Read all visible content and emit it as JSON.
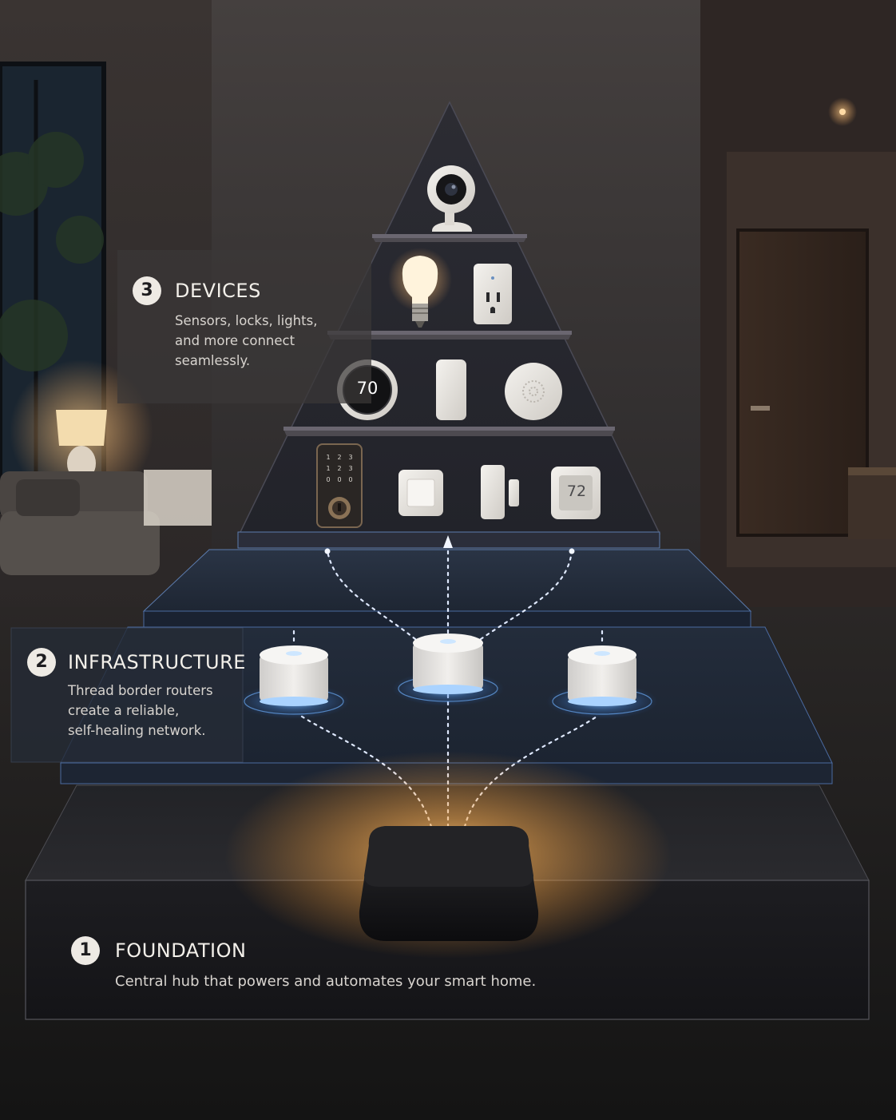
{
  "layers": [
    {
      "number": "3",
      "title": "DEVICES",
      "description_lines": [
        "Sensors, locks, lights,",
        "and more connect",
        "seamlessly."
      ]
    },
    {
      "number": "2",
      "title": "INFRASTRUCTURE",
      "description_lines": [
        "Thread border routers",
        "create a reliable,",
        "self-healing network."
      ]
    },
    {
      "number": "1",
      "title": "FOUNDATION",
      "description_lines": [
        "Central hub that powers and automates your smart home."
      ]
    }
  ],
  "device_readouts": {
    "round_thermostat": "70",
    "square_thermostat": "72"
  },
  "icons": {
    "tier3": [
      "security-camera-icon"
    ],
    "tier2": [
      "light-bulb-icon",
      "smart-plug-icon"
    ],
    "tier1": [
      "round-thermostat-icon",
      "contact-sensor-icon",
      "smoke-detector-icon"
    ],
    "tier0": [
      "keypad-lock-icon",
      "wall-switch-icon",
      "door-sensor-icon",
      "square-thermostat-icon"
    ],
    "infrastructure": [
      "border-router-icon",
      "border-router-icon",
      "border-router-icon"
    ],
    "foundation": [
      "hub-icon"
    ]
  },
  "colors": {
    "network_glow": "#5aa6ff",
    "hub_glow": "#ffb35a",
    "device_white": "#ece9e4",
    "panel_dark": "#232830"
  }
}
